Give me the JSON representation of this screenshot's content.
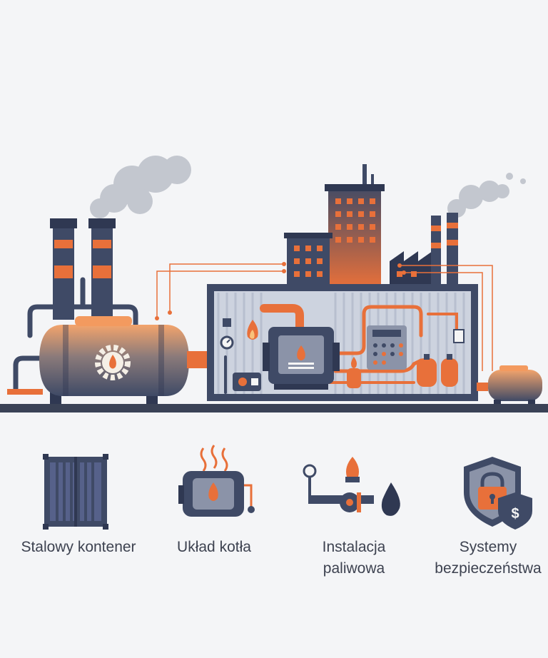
{
  "colors": {
    "navy": "#3f4a66",
    "navy_dark": "#2f3852",
    "orange": "#e8703a",
    "orange_light": "#f39a5f",
    "steel": "#c9cfdc",
    "smoke": "#c3c7cf",
    "ground": "#3a4256"
  },
  "icons": {
    "container": "steel-container-icon",
    "boiler": "boiler-icon",
    "fuel": "fuel-valve-icon",
    "safety": "security-shield-icon"
  },
  "captions": [
    {
      "lines": [
        "Stalowy kontener"
      ]
    },
    {
      "lines": [
        "Układ kotła"
      ]
    },
    {
      "lines": [
        "Instalacja",
        "paliwowa"
      ]
    },
    {
      "lines": [
        "Systemy",
        "bezpieczeństwa"
      ]
    }
  ]
}
